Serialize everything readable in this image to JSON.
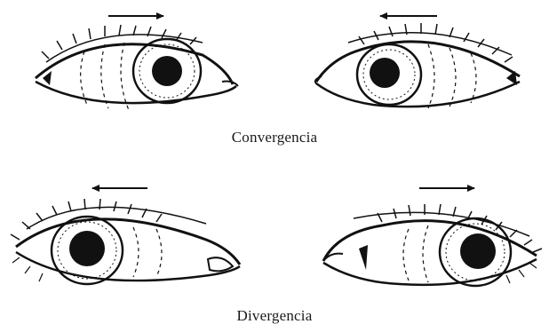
{
  "captions": {
    "top": "Convergencia",
    "bottom": "Divergencia"
  },
  "figure": {
    "rows": [
      {
        "name": "convergence",
        "eyes": [
          {
            "side": "left",
            "gaze": "toward-nose",
            "arrow": "right"
          },
          {
            "side": "right",
            "gaze": "toward-nose",
            "arrow": "left"
          }
        ]
      },
      {
        "name": "divergence",
        "eyes": [
          {
            "side": "left",
            "gaze": "toward-temple",
            "arrow": "left"
          },
          {
            "side": "right",
            "gaze": "toward-temple",
            "arrow": "right"
          }
        ]
      }
    ],
    "ink_color": "#111111",
    "background": "#ffffff"
  }
}
